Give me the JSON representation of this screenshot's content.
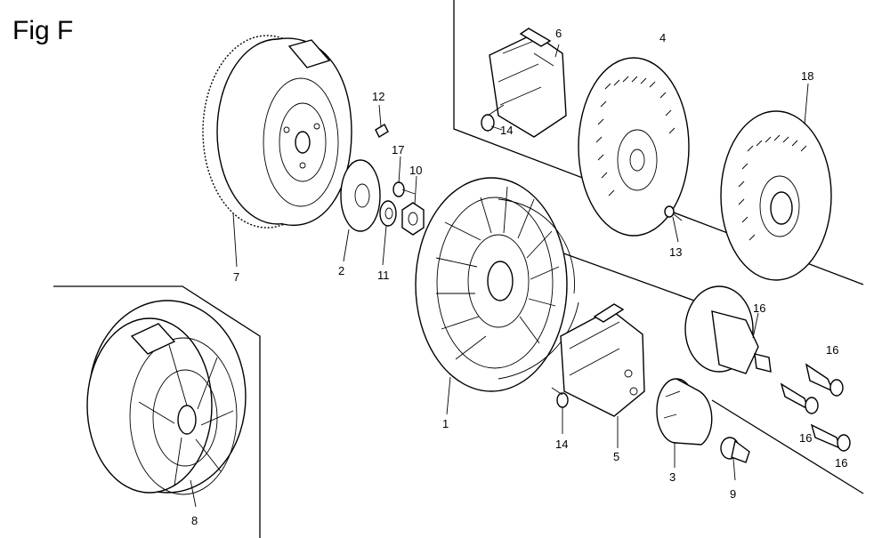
{
  "title": "Fig F",
  "callouts": {
    "c1": "1",
    "c2": "2",
    "c3": "3",
    "c4": "4",
    "c5": "5",
    "c6": "6",
    "c7": "7",
    "c8": "8",
    "c9": "9",
    "c10": "10",
    "c11": "11",
    "c12": "12",
    "c13": "13",
    "c14a": "14",
    "c14b": "14",
    "c16a": "16",
    "c16b": "16",
    "c16c": "16",
    "c16d": "16",
    "c17": "17",
    "c18": "18"
  }
}
